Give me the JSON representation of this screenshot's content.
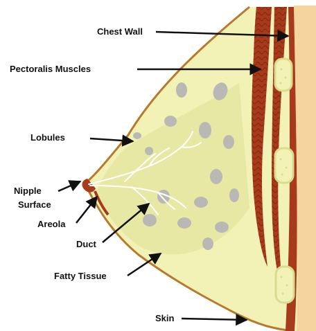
{
  "labels": {
    "chest_wall": "Chest Wall",
    "pectoralis_muscles": "Pectoralis Muscles",
    "lobules": "Lobules",
    "nipple": "Nipple",
    "surface": "Surface",
    "areola": "Areola",
    "duct": "Duct",
    "fatty_tissue": "Fatty Tissue",
    "skin": "Skin"
  },
  "colors": {
    "chest_wall": "#f6d49e",
    "muscle": "#a83a1c",
    "muscle_texture": "#7e2610",
    "fat": "#f3f2b6",
    "fat_shading": "#d9dc8c",
    "skin_outline": "#b87a2a",
    "lobule": "#b9b8b4",
    "duct": "#ffffff",
    "label": "#111111"
  }
}
